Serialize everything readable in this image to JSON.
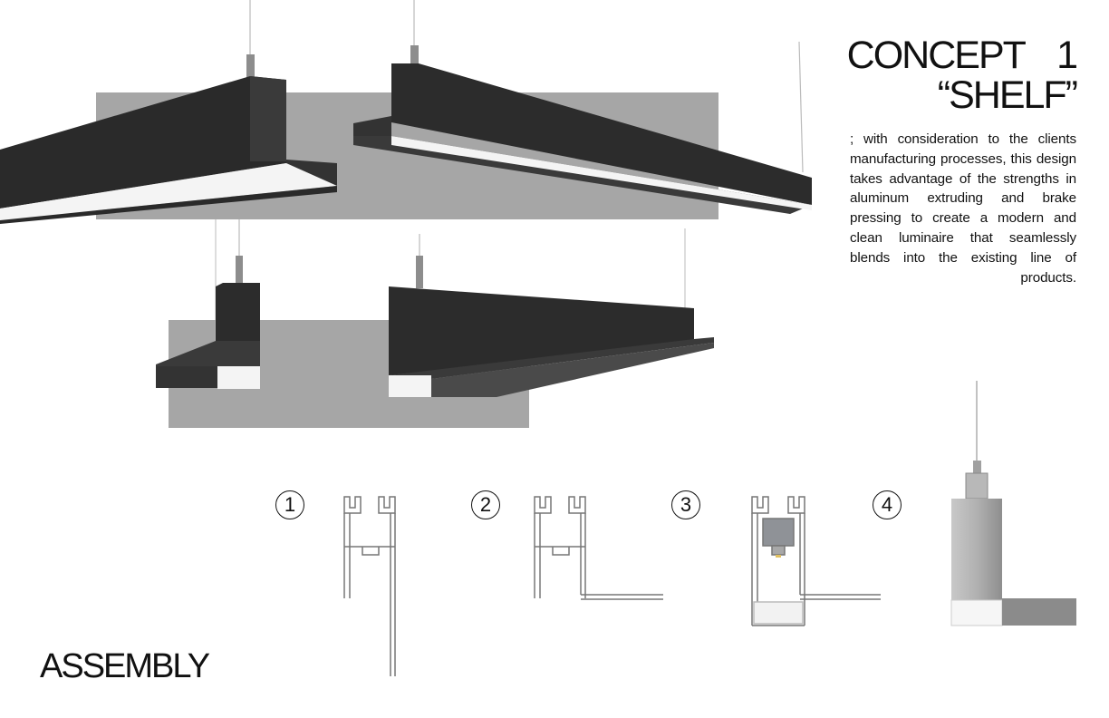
{
  "concept": {
    "title_line1": "CONCEPT 1",
    "title_line2": "“SHELF”",
    "description": "; with consideration to the clients manufacturing processes, this design takes advantage of the strengths in aluminum extruding and brake pressing to create a modern and clean luminaire that seamlessly blends into the existing line of products."
  },
  "assembly": {
    "title": "ASSEMBLY",
    "steps": [
      "1",
      "2",
      "3",
      "4"
    ]
  },
  "colors": {
    "backdrop_gray": "#a6a6a6",
    "housing_black": "#2b2b2b",
    "profile_silver": "#9a9a9a",
    "diffuser_white": "#f2f2f2"
  },
  "icons": {
    "render_views": "luminaire-render-icon",
    "profile_sections": "extrusion-profile-icon"
  }
}
